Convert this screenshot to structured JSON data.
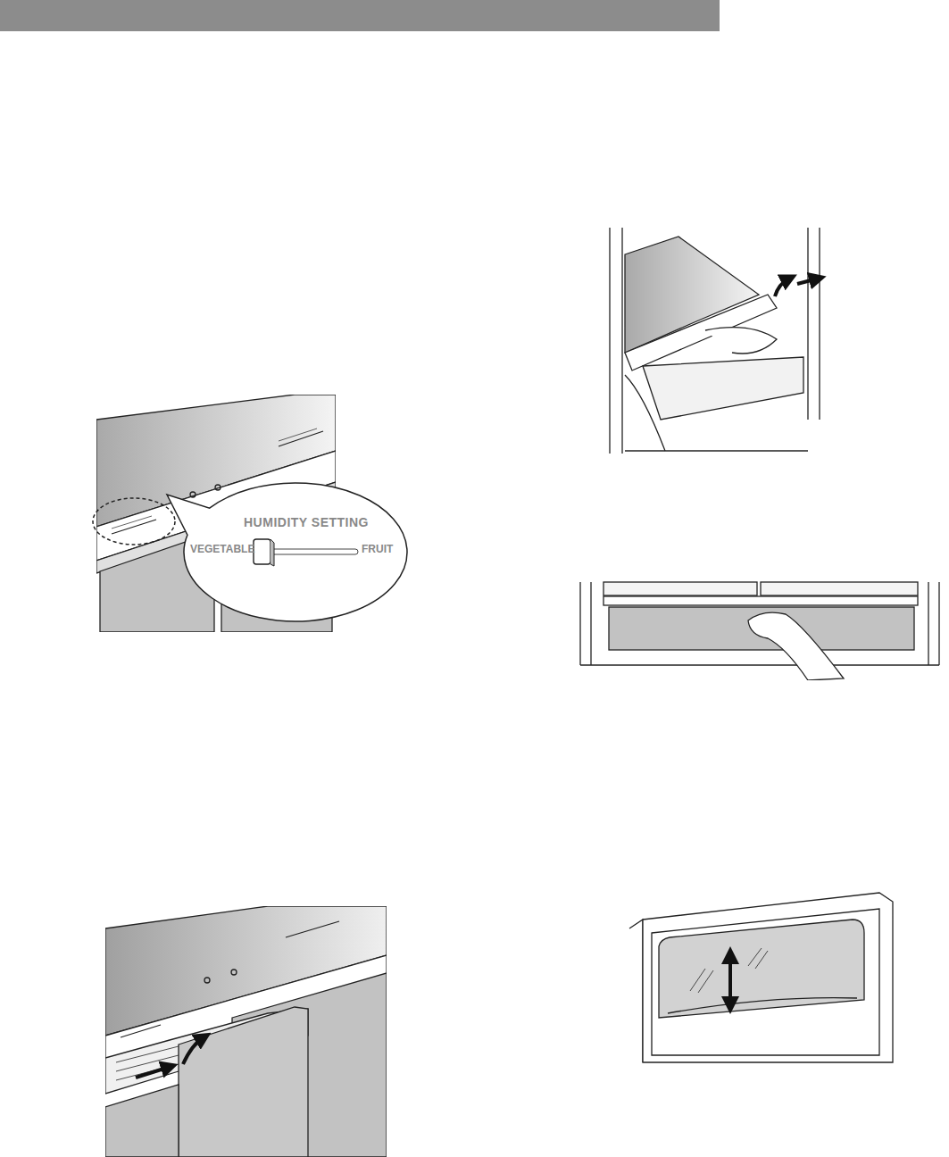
{
  "diagram": {
    "nodes": [
      {
        "text": [
          "HUMIDITY SETTING",
          "VEGETABLE",
          "FRUIT"
        ]
      }
    ]
  }
}
